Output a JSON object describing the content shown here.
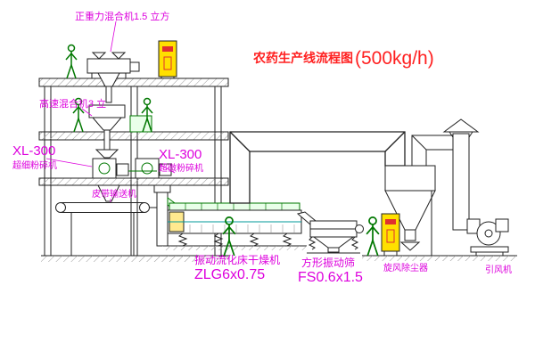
{
  "title": {
    "main": "农药生产线流程图",
    "capacity": "(500kg/h)"
  },
  "labels": {
    "gravity_mixer": "正重力混合机1.5 立方",
    "high_speed_mixer": "高速混合机3 立",
    "mill_left_model": "XL-300",
    "mill_left_name": "超细粉碎机",
    "mill_right_model": "XL-300",
    "mill_right_name": "超微粉碎机",
    "belt_conveyor": "皮带输送机",
    "dryer_name": "振动流化床干燥机",
    "dryer_model": "ZLG6x0.75",
    "screen_name": "方形振动筛",
    "screen_model": "FS0.6x1.5",
    "cyclone_name": "旋风除尘器",
    "fan_name": "引风机"
  },
  "colors": {
    "label": "#DD00DD",
    "title": "#FF2020",
    "machine_green": "#007700",
    "cabinet_yellow": "#FFE000"
  }
}
